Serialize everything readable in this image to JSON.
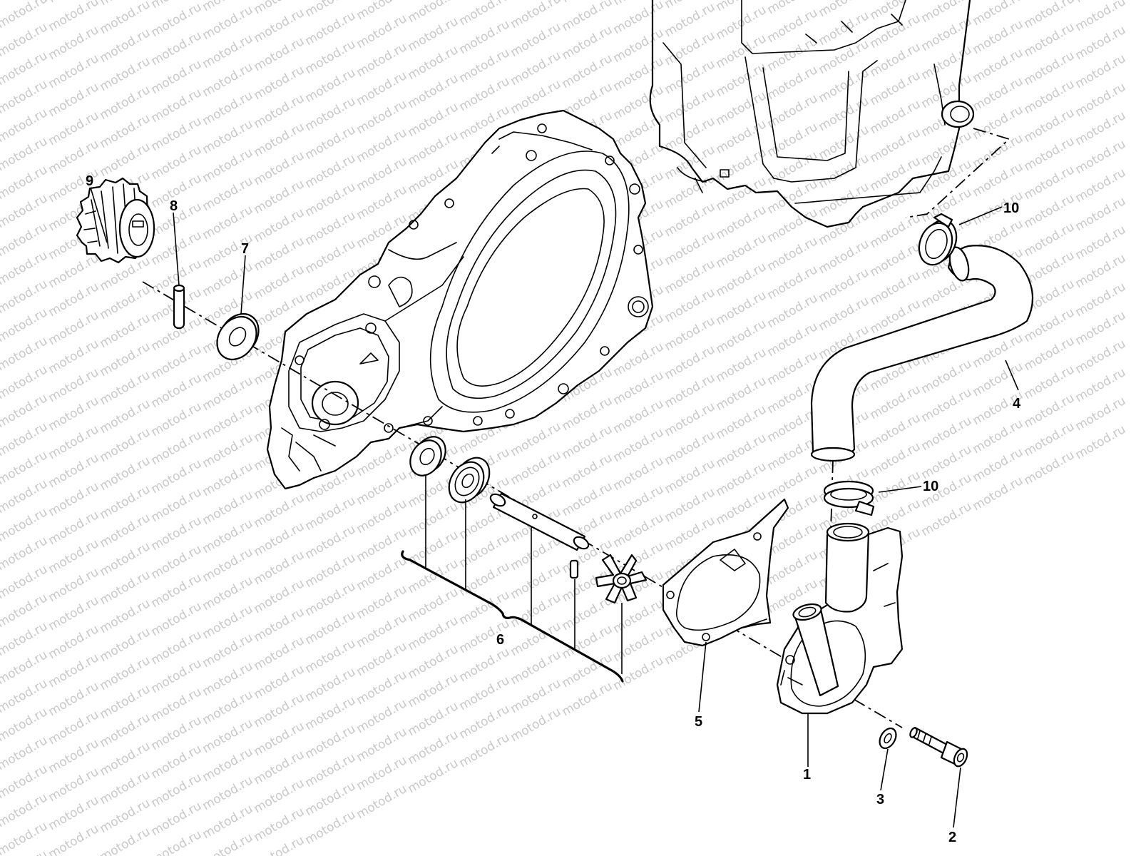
{
  "watermark": {
    "text": "motod.ru",
    "color": "#c8c8c8"
  },
  "callouts": [
    {
      "id": "c1",
      "number": "1",
      "part": "pump-cover"
    },
    {
      "id": "c2",
      "number": "2",
      "part": "bolt"
    },
    {
      "id": "c3",
      "number": "3",
      "part": "washer"
    },
    {
      "id": "c4",
      "number": "4",
      "part": "coolant-hose"
    },
    {
      "id": "c5",
      "number": "5",
      "part": "gasket"
    },
    {
      "id": "c6",
      "number": "6",
      "part": "impeller-shaft-assembly"
    },
    {
      "id": "c7",
      "number": "7",
      "part": "thrust-washer"
    },
    {
      "id": "c8",
      "number": "8",
      "part": "pin"
    },
    {
      "id": "c9",
      "number": "9",
      "part": "drive-gear"
    },
    {
      "id": "c10a",
      "number": "10",
      "part": "hose-clamp-upper"
    },
    {
      "id": "c10b",
      "number": "10",
      "part": "hose-clamp-lower"
    }
  ]
}
